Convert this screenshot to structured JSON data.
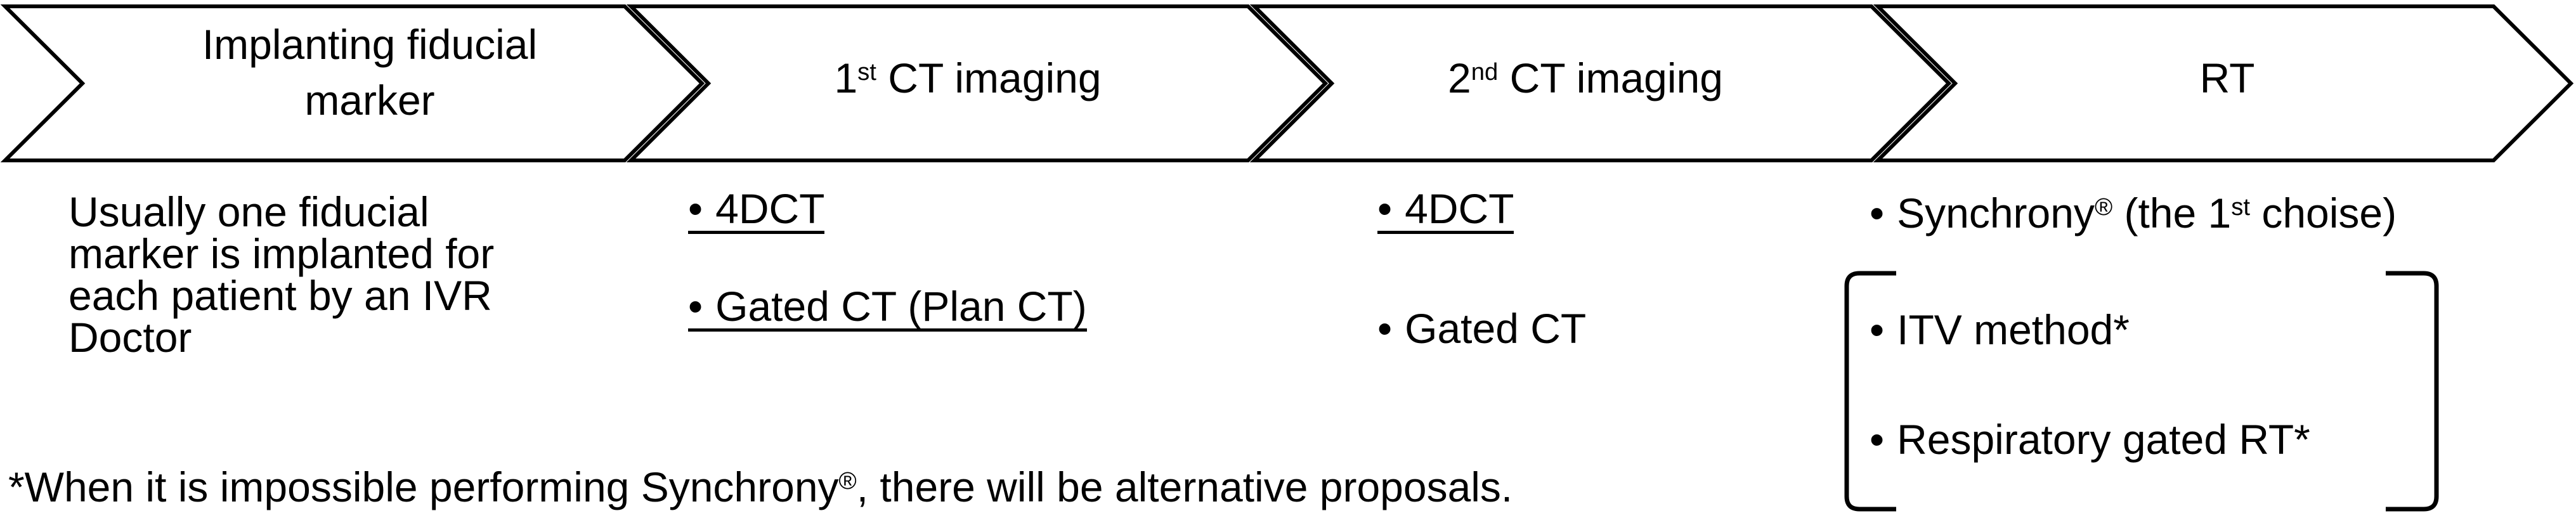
{
  "process_flow": {
    "steps": [
      {
        "label_line1": "Implanting fiducial",
        "label_line2": "marker"
      },
      {
        "num": "1",
        "ordinal": "st",
        "label_rest": " CT imaging"
      },
      {
        "num": "2",
        "ordinal": "nd",
        "label_rest": " CT imaging"
      },
      {
        "label": "RT"
      }
    ]
  },
  "details": {
    "implanting_note_lines": [
      "Usually one fiducial",
      "marker is implanted for",
      "each patient by an IVR",
      "Doctor"
    ],
    "first_ct_items": [
      {
        "bullet": "•",
        "text": "4DCT"
      },
      {
        "bullet": "•",
        "text": "Gated CT (Plan CT)"
      }
    ],
    "second_ct_items": [
      {
        "bullet": "•",
        "text": "4DCT"
      },
      {
        "bullet": "•",
        "text": "Gated CT"
      }
    ],
    "rt_items": {
      "synchrony": {
        "bullet": "•",
        "name": "Synchrony",
        "reg_mark": "®",
        "mid": " (the 1",
        "ordinal": "st",
        "end": " choise)"
      },
      "alternatives": [
        {
          "bullet": "•",
          "text": "ITV method*"
        },
        {
          "bullet": "•",
          "text": "Respiratory gated RT*"
        }
      ]
    }
  },
  "footnote": {
    "pre": "*When it is impossible performing Synchrony",
    "reg_mark": "®",
    "post": ", there will be alternative proposals."
  },
  "colors": {
    "ink": "#000000",
    "background": "#ffffff"
  }
}
